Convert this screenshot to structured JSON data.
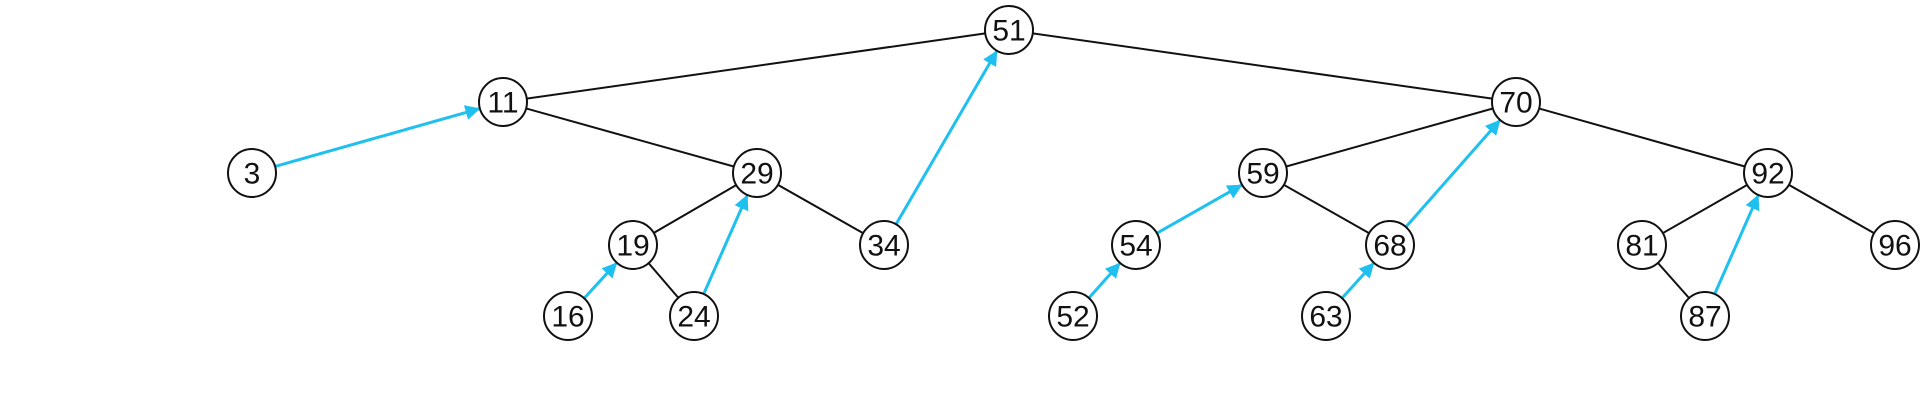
{
  "colors": {
    "edge": "#111111",
    "thread": "#1ec0f0",
    "node_fill": "#ffffff"
  },
  "nodes": [
    {
      "id": "51",
      "label": "51"
    },
    {
      "id": "11",
      "label": "11"
    },
    {
      "id": "70",
      "label": "70"
    },
    {
      "id": "3",
      "label": "3"
    },
    {
      "id": "29",
      "label": "29"
    },
    {
      "id": "59",
      "label": "59"
    },
    {
      "id": "92",
      "label": "92"
    },
    {
      "id": "19",
      "label": "19"
    },
    {
      "id": "34",
      "label": "34"
    },
    {
      "id": "54",
      "label": "54"
    },
    {
      "id": "68",
      "label": "68"
    },
    {
      "id": "81",
      "label": "81"
    },
    {
      "id": "96",
      "label": "96"
    },
    {
      "id": "16",
      "label": "16"
    },
    {
      "id": "24",
      "label": "24"
    },
    {
      "id": "52",
      "label": "52"
    },
    {
      "id": "63",
      "label": "63"
    },
    {
      "id": "87",
      "label": "87"
    }
  ],
  "edges": [
    {
      "from": "51",
      "to": "11"
    },
    {
      "from": "51",
      "to": "70"
    },
    {
      "from": "11",
      "to": "29"
    },
    {
      "from": "29",
      "to": "19"
    },
    {
      "from": "29",
      "to": "34"
    },
    {
      "from": "19",
      "to": "24"
    },
    {
      "from": "70",
      "to": "59"
    },
    {
      "from": "70",
      "to": "92"
    },
    {
      "from": "59",
      "to": "68"
    },
    {
      "from": "92",
      "to": "81"
    },
    {
      "from": "92",
      "to": "96"
    },
    {
      "from": "81",
      "to": "87"
    }
  ],
  "threads": [
    {
      "from": "3",
      "to": "11"
    },
    {
      "from": "16",
      "to": "19"
    },
    {
      "from": "24",
      "to": "29"
    },
    {
      "from": "34",
      "to": "51"
    },
    {
      "from": "52",
      "to": "54"
    },
    {
      "from": "54",
      "to": "59"
    },
    {
      "from": "63",
      "to": "68"
    },
    {
      "from": "68",
      "to": "70"
    },
    {
      "from": "87",
      "to": "92"
    }
  ]
}
